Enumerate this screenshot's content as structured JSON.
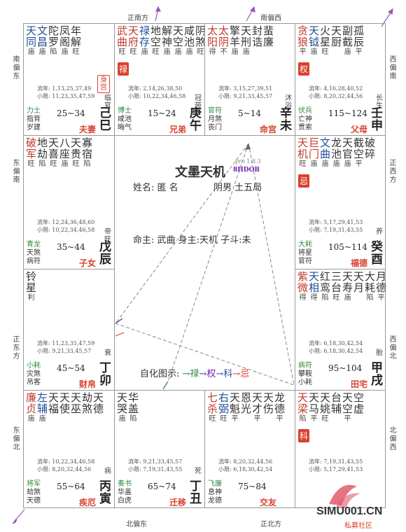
{
  "chart_title": "文墨天机",
  "version": "pro 1.8.3",
  "code": "8HDOB",
  "info": {
    "name_line": "姓名: 匿 名",
    "gender_line": "阴男 土五局",
    "ming_line": "命主: 武曲 身主:天机 子斗:未"
  },
  "legend": {
    "prefix": "自化图示: ",
    "lu": "→禄",
    "quan": "→权",
    "ke": "→科",
    "ji": "→忌"
  },
  "directions": {
    "top_a": "正南方",
    "top_b": "南偏西",
    "bottom_a": "北偏东",
    "bottom_b": "正北方",
    "left_a": "南偏东",
    "left_b": "东偏南",
    "left_c": "正东方",
    "left_d": "东偏北",
    "right_a": "西偏南",
    "right_b": "正西方",
    "right_c": "西偏北",
    "right_d": "北偏西"
  },
  "palaces": [
    {
      "id": "si",
      "stars": [
        {
          "n": "天",
          "b": "庙",
          "t": "minor"
        },
        {
          "n": "文",
          "b": "庙",
          "t": "minor"
        },
        {
          "n": "陀",
          "b": "陷",
          "t": "aux"
        },
        {
          "n": "凤",
          "b": "庙",
          "t": "aux"
        },
        {
          "n": "年",
          "b": "旺",
          "t": "aux"
        }
      ],
      "stars2": [
        {
          "n": "同",
          "t": "minor"
        },
        {
          "n": "昌",
          "t": "minor"
        },
        {
          "n": "罗",
          "t": "aux"
        },
        {
          "n": "阁",
          "t": "aux"
        },
        {
          "n": "解",
          "t": "aux"
        }
      ],
      "shen": "身宫",
      "yun1": "流年: 1,13,25,37,49",
      "yun2": "小限: 11,23,35,47,59",
      "b1": "力士",
      "b2": "指背",
      "b3": "岁建",
      "daxian": "25~34",
      "zs": "临官",
      "palace": "夫妻",
      "gz": "己巳"
    },
    {
      "id": "wu",
      "stars": [
        {
          "n": "武",
          "b": "旺",
          "t": "major"
        },
        {
          "n": "天",
          "b": "旺",
          "t": "major"
        },
        {
          "n": "禄",
          "b": "庙",
          "t": "minor"
        },
        {
          "n": "地",
          "b": "旺",
          "t": "aux"
        },
        {
          "n": "解",
          "b": "庙",
          "t": "aux"
        },
        {
          "n": "天",
          "b": "庙",
          "t": "aux"
        },
        {
          "n": "咸",
          "b": "庙",
          "t": "aux"
        },
        {
          "n": "阴",
          "b": "旺",
          "t": "aux"
        }
      ],
      "stars2": [
        {
          "n": "曲",
          "t": "major"
        },
        {
          "n": "府",
          "t": "major"
        },
        {
          "n": "存",
          "t": "minor"
        },
        {
          "n": "空",
          "t": "aux"
        },
        {
          "n": "神",
          "t": "aux"
        },
        {
          "n": "空",
          "t": "aux"
        },
        {
          "n": "池",
          "t": "aux"
        },
        {
          "n": "煞",
          "t": "aux"
        }
      ],
      "hua": "禄",
      "yun1": "流年: 2,14,26,38,50",
      "yun2": "小限: 10,22,34,46,58",
      "b1": "博士",
      "b2": "咸池",
      "b3": "晦气",
      "daxian": "15~24",
      "zs": "冠带",
      "palace": "兄弟",
      "gz": "庚午"
    },
    {
      "id": "wei",
      "stars": [
        {
          "n": "太",
          "b": "得",
          "t": "major"
        },
        {
          "n": "太",
          "b": "不",
          "t": "major"
        },
        {
          "n": "擎",
          "b": "庙",
          "t": "aux"
        },
        {
          "n": "天",
          "b": "庙",
          "t": "aux"
        },
        {
          "n": "封",
          "b": "",
          "t": "aux"
        },
        {
          "n": "蜚",
          "b": "",
          "t": "aux"
        }
      ],
      "stars2": [
        {
          "n": "阳",
          "t": "major"
        },
        {
          "n": "阴",
          "t": "major"
        },
        {
          "n": "羊",
          "t": "aux"
        },
        {
          "n": "刑",
          "t": "aux"
        },
        {
          "n": "诰",
          "t": "aux"
        },
        {
          "n": "廉",
          "t": "aux"
        }
      ],
      "yun1": "流年: 3,15,27,39,51",
      "yun2": "小限: 9,21,33,45,57",
      "b1": "官符",
      "b2": "月煞",
      "b3": "丧门",
      "daxian": "5~14",
      "zs": "沐浴",
      "palace": "命宫",
      "gz": "辛未"
    },
    {
      "id": "shen",
      "stars": [
        {
          "n": "贪",
          "b": "平",
          "t": "major"
        },
        {
          "n": "天",
          "b": "庙",
          "t": "minor"
        },
        {
          "n": "火",
          "b": "旺",
          "t": "aux"
        },
        {
          "n": "天",
          "b": "",
          "t": "aux"
        },
        {
          "n": "副",
          "b": "庙",
          "t": "aux"
        },
        {
          "n": "孤",
          "b": "平",
          "t": "aux"
        }
      ],
      "stars2": [
        {
          "n": "狼",
          "t": "major"
        },
        {
          "n": "钺",
          "t": "minor"
        },
        {
          "n": "星",
          "t": "aux"
        },
        {
          "n": "厨",
          "t": "aux"
        },
        {
          "n": "截",
          "t": "aux"
        },
        {
          "n": "辰",
          "t": "aux"
        }
      ],
      "hua": "权",
      "yun1": "流年: 4,16,28,40,52",
      "yun2": "小限: 8,20,32,44,56",
      "b1": "伏兵",
      "b2": "亡神",
      "b3": "贯索",
      "daxian": "115~124",
      "zs": "长生",
      "palace": "父母",
      "gz": "壬申"
    },
    {
      "id": "chen",
      "stars": [
        {
          "n": "破",
          "b": "旺",
          "t": "major"
        },
        {
          "n": "地",
          "b": "陷",
          "t": "aux"
        },
        {
          "n": "天",
          "b": "旺",
          "t": "aux"
        },
        {
          "n": "八",
          "b": "庙",
          "t": "aux"
        },
        {
          "n": "天",
          "b": "旺",
          "t": "aux"
        },
        {
          "n": "寡",
          "b": "陷",
          "t": "aux"
        }
      ],
      "stars2": [
        {
          "n": "军",
          "t": "major"
        },
        {
          "n": "劫",
          "t": "aux"
        },
        {
          "n": "喜",
          "t": "aux"
        },
        {
          "n": "座",
          "t": "aux"
        },
        {
          "n": "贵",
          "t": "aux"
        },
        {
          "n": "宿",
          "t": "aux"
        }
      ],
      "yun1": "流年: 12,24,36,48,60",
      "yun2": "小限: 10,22,34,46,58",
      "b1": "青龙",
      "b2": "天煞",
      "b3": "病符",
      "daxian": "35~44",
      "zs": "帝旺",
      "palace": "子女",
      "gz": "戊辰"
    },
    {
      "id": "you",
      "stars": [
        {
          "n": "天",
          "b": "旺",
          "t": "major"
        },
        {
          "n": "巨",
          "b": "庙",
          "t": "major"
        },
        {
          "n": "文",
          "b": "庙",
          "t": "minor"
        },
        {
          "n": "龙",
          "b": "庙",
          "t": "aux"
        },
        {
          "n": "天",
          "b": "庙",
          "t": "aux"
        },
        {
          "n": "截",
          "b": "平",
          "t": "aux"
        },
        {
          "n": "破",
          "b": "",
          "t": "aux"
        }
      ],
      "stars2": [
        {
          "n": "机",
          "t": "major"
        },
        {
          "n": "门",
          "t": "major"
        },
        {
          "n": "曲",
          "t": "minor"
        },
        {
          "n": "池",
          "t": "aux"
        },
        {
          "n": "官",
          "t": "aux"
        },
        {
          "n": "空",
          "t": "aux"
        },
        {
          "n": "碎",
          "t": "aux"
        }
      ],
      "hua": "忌",
      "yun1": "流年: 5,17,29,41,53",
      "yun2": "小限: 7,19,31,43,55",
      "b1": "大耗",
      "b2": "将星",
      "b3": "官符",
      "daxian": "105~114",
      "zs": "养",
      "palace": "福德",
      "gz": "癸酉"
    },
    {
      "id": "mao",
      "stars": [
        {
          "n": "铃",
          "b": "利",
          "t": "aux"
        }
      ],
      "stars2": [
        {
          "n": "星",
          "t": "aux"
        }
      ],
      "yun1": "流年: 11,23,35,47,59",
      "yun2": "小限: 9,21,33,45,57",
      "b1": "小耗",
      "b2": "灾煞",
      "b3": "吊客",
      "daxian": "45~54",
      "zs": "衰",
      "palace": "财帛",
      "gz": "丁卯"
    },
    {
      "id": "xu",
      "stars": [
        {
          "n": "紫",
          "b": "得",
          "t": "major"
        },
        {
          "n": "天",
          "b": "得",
          "t": "minor"
        },
        {
          "n": "红",
          "b": "陷",
          "t": "aux"
        },
        {
          "n": "三",
          "b": "旺",
          "t": "aux"
        },
        {
          "n": "天",
          "b": "庙",
          "t": "aux"
        },
        {
          "n": "天",
          "b": "",
          "t": "aux"
        },
        {
          "n": "大",
          "b": "陷",
          "t": "aux"
        },
        {
          "n": "月",
          "b": "平",
          "t": "aux"
        }
      ],
      "stars2": [
        {
          "n": "微",
          "t": "major"
        },
        {
          "n": "相",
          "t": "minor"
        },
        {
          "n": "鸾",
          "t": "aux"
        },
        {
          "n": "台",
          "t": "aux"
        },
        {
          "n": "寿",
          "t": "aux"
        },
        {
          "n": "月",
          "t": "aux"
        },
        {
          "n": "耗",
          "t": "aux"
        },
        {
          "n": "德",
          "t": "aux"
        }
      ],
      "yun1": "流年: 6,18,30,42,54",
      "yun2": "小限: 6,18,30,42,54",
      "b1": "病符",
      "b2": "攀鞍",
      "b3": "小耗",
      "daxian": "95~104",
      "zs": "胎",
      "palace": "田宅",
      "gz": "甲戌"
    },
    {
      "id": "yin",
      "stars": [
        {
          "n": "廉",
          "b": "庙",
          "t": "major"
        },
        {
          "n": "左",
          "b": "庙",
          "t": "minor"
        },
        {
          "n": "天",
          "b": "",
          "t": "aux"
        },
        {
          "n": "天",
          "b": "",
          "t": "aux"
        },
        {
          "n": "天",
          "b": "",
          "t": "aux"
        },
        {
          "n": "劫",
          "b": "",
          "t": "aux"
        },
        {
          "n": "天",
          "b": "",
          "t": "aux"
        }
      ],
      "stars2": [
        {
          "n": "贞",
          "t": "major"
        },
        {
          "n": "辅",
          "t": "minor"
        },
        {
          "n": "福",
          "t": "aux"
        },
        {
          "n": "使",
          "t": "aux"
        },
        {
          "n": "巫",
          "t": "aux"
        },
        {
          "n": "煞",
          "t": "aux"
        },
        {
          "n": "德",
          "t": "aux"
        }
      ],
      "yun1": "流年: 10,22,34,46,58",
      "yun2": "小限: 8,20,32,44,56",
      "b1": "将军",
      "b2": "劫煞",
      "b3": "天德",
      "daxian": "55~64",
      "zs": "病",
      "palace": "疾厄",
      "gz": "丙寅"
    },
    {
      "id": "chou",
      "stars": [
        {
          "n": "天",
          "b": "庙",
          "t": "aux"
        },
        {
          "n": "华",
          "b": "陷",
          "t": "aux"
        }
      ],
      "stars2": [
        {
          "n": "哭",
          "t": "aux"
        },
        {
          "n": "盖",
          "t": "aux"
        }
      ],
      "yun1": "流年: 9,21,33,45,57",
      "yun2": "小限: 7,19,31,43,55",
      "b1": "奏书",
      "b2": "华盖",
      "b3": "白虎",
      "daxian": "65~74",
      "zs": "死",
      "palace": "迁移",
      "gz": "丁丑"
    },
    {
      "id": "zi",
      "stars": [
        {
          "n": "七",
          "b": "旺",
          "t": "major"
        },
        {
          "n": "右",
          "b": "旺",
          "t": "minor"
        },
        {
          "n": "天",
          "b": "平",
          "t": "aux"
        },
        {
          "n": "恩",
          "b": "",
          "t": "aux"
        },
        {
          "n": "天",
          "b": "平",
          "t": "aux"
        },
        {
          "n": "天",
          "b": "",
          "t": "aux"
        },
        {
          "n": "龙",
          "b": "平",
          "t": "aux"
        }
      ],
      "stars2": [
        {
          "n": "杀",
          "t": "major"
        },
        {
          "n": "弼",
          "t": "minor"
        },
        {
          "n": "魁",
          "t": "aux"
        },
        {
          "n": "光",
          "t": "aux"
        },
        {
          "n": "才",
          "t": "aux"
        },
        {
          "n": "伤",
          "t": "aux"
        },
        {
          "n": "德",
          "t": "aux"
        }
      ],
      "yun1": "流年: 8,20,32,44,56",
      "yun2": "小限: 6,18,30,42,54",
      "b1": "飞廉",
      "b2": "息神",
      "b3": "龙德",
      "daxian": "75~84",
      "zs": "",
      "palace": "交友",
      "gz": ""
    },
    {
      "id": "hai",
      "stars": [
        {
          "n": "天",
          "b": "陷",
          "t": "major"
        },
        {
          "n": "天",
          "b": "平",
          "t": "aux"
        },
        {
          "n": "天",
          "b": "旺",
          "t": "aux"
        },
        {
          "n": "台",
          "b": "",
          "t": "aux"
        },
        {
          "n": "天",
          "b": "平",
          "t": "aux"
        },
        {
          "n": "空",
          "b": "",
          "t": "aux"
        }
      ],
      "stars2": [
        {
          "n": "梁",
          "t": "major"
        },
        {
          "n": "马",
          "t": "aux"
        },
        {
          "n": "姚",
          "t": "aux"
        },
        {
          "n": "辅",
          "t": "aux"
        },
        {
          "n": "空",
          "t": "aux"
        },
        {
          "n": "虚",
          "t": "aux"
        }
      ],
      "hua": "科",
      "yun1": "流年: 7,19,31,43,55",
      "yun2": "小限: 5,17,29,41,53",
      "b1": "",
      "b2": "",
      "b3": "",
      "daxian": "",
      "zs": "",
      "palace": "",
      "gz": ""
    }
  ],
  "watermark": {
    "brand": "SIMU001.CN",
    "sub": "私募社区"
  },
  "colors": {
    "red": "#d9412e",
    "blue": "#1f4e99",
    "green": "#2b8a3e",
    "purple": "#6b1fae"
  }
}
